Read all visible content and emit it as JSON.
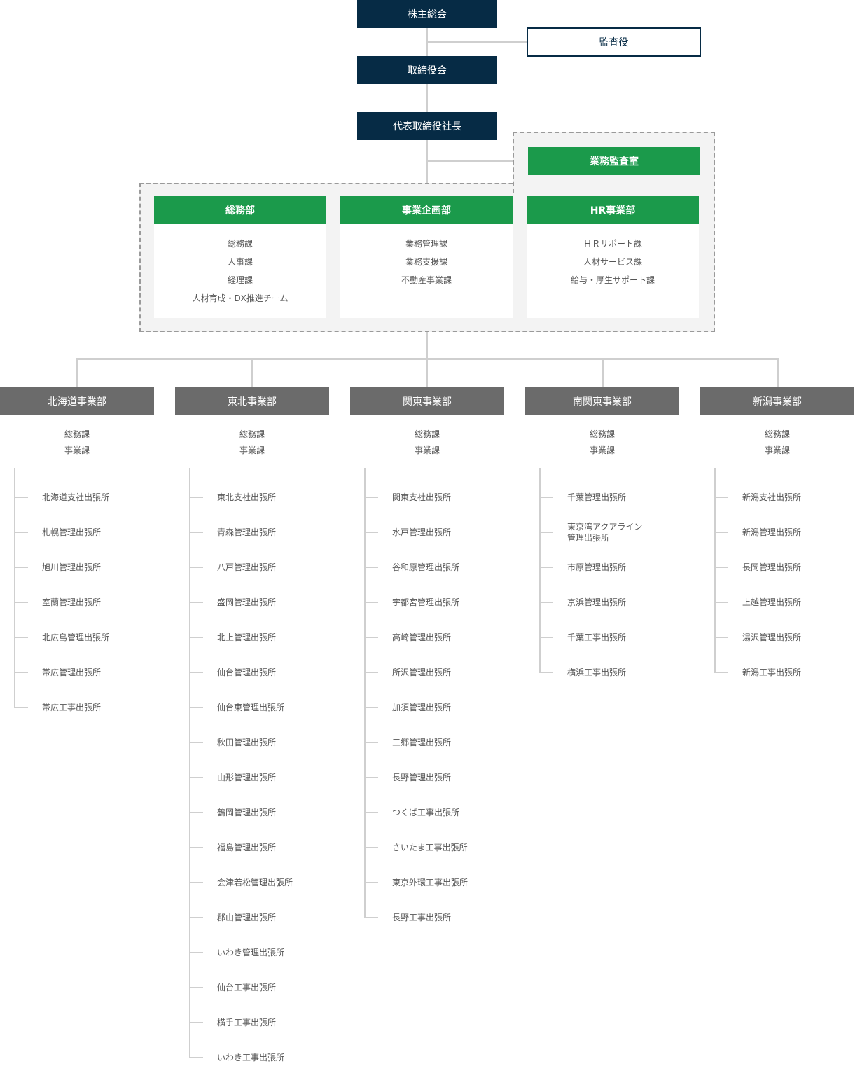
{
  "top": {
    "shareholders": "株主総会",
    "auditor": "監査役",
    "board": "取締役会",
    "president": "代表取締役社長",
    "audit_office": "業務監査室"
  },
  "departments": [
    {
      "title": "総務部",
      "sections": [
        "総務課",
        "人事課",
        "経理課",
        "人材育成・DX推進チーム"
      ]
    },
    {
      "title": "事業企画部",
      "sections": [
        "業務管理課",
        "業務支援課",
        "不動産事業課"
      ]
    },
    {
      "title": "HR事業部",
      "sections": [
        "ＨＲサポート課",
        "人材サービス課",
        "給与・厚生サポート課"
      ]
    }
  ],
  "divisions": [
    {
      "title": "北海道事業部",
      "units": [
        "総務課",
        "事業課"
      ],
      "offices": [
        "北海道支社出張所",
        "札幌管理出張所",
        "旭川管理出張所",
        "室蘭管理出張所",
        "北広島管理出張所",
        "帯広管理出張所",
        "帯広工事出張所"
      ]
    },
    {
      "title": "東北事業部",
      "units": [
        "総務課",
        "事業課"
      ],
      "offices": [
        "東北支社出張所",
        "青森管理出張所",
        "八戸管理出張所",
        "盛岡管理出張所",
        "北上管理出張所",
        "仙台管理出張所",
        "仙台東管理出張所",
        "秋田管理出張所",
        "山形管理出張所",
        "鶴岡管理出張所",
        "福島管理出張所",
        "会津若松管理出張所",
        "郡山管理出張所",
        "いわき管理出張所",
        "仙台工事出張所",
        "横手工事出張所",
        "いわき工事出張所"
      ]
    },
    {
      "title": "関東事業部",
      "units": [
        "総務課",
        "事業課"
      ],
      "offices": [
        "関東支社出張所",
        "水戸管理出張所",
        "谷和原管理出張所",
        "宇都宮管理出張所",
        "高崎管理出張所",
        "所沢管理出張所",
        "加須管理出張所",
        "三郷管理出張所",
        "長野管理出張所",
        "つくば工事出張所",
        "さいたま工事出張所",
        "東京外環工事出張所",
        "長野工事出張所"
      ]
    },
    {
      "title": "南関東事業部",
      "units": [
        "総務課",
        "事業課"
      ],
      "offices": [
        "千葉管理出張所",
        "東京湾アクアライン\n管理出張所",
        "市原管理出張所",
        "京浜管理出張所",
        "千葉工事出張所",
        "横浜工事出張所"
      ]
    },
    {
      "title": "新潟事業部",
      "units": [
        "総務課",
        "事業課"
      ],
      "offices": [
        "新潟支社出張所",
        "新潟管理出張所",
        "長岡管理出張所",
        "上越管理出張所",
        "湯沢管理出張所",
        "新潟工事出張所"
      ]
    }
  ]
}
